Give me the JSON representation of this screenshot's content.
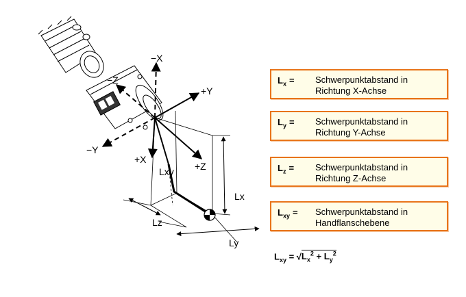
{
  "diagram": {
    "labels": {
      "minus_x": "−X",
      "minus_z": "−Z",
      "plus_y": "+Y",
      "minus_y": "−Y",
      "plus_x": "+X",
      "plus_z": "+Z",
      "lxy": "Lxy",
      "lx": "Lx",
      "lz": "Lz",
      "ly": "Ly"
    }
  },
  "definitions": [
    {
      "symbol": "L",
      "subscript": "x",
      "equals": "=",
      "line1": "Schwerpunktabstand in",
      "line2": "Richtung X-Achse"
    },
    {
      "symbol": "L",
      "subscript": "y",
      "equals": "=",
      "line1": "Schwerpunktabstand in",
      "line2": "Richtung Y-Achse"
    },
    {
      "symbol": "L",
      "subscript": "z",
      "equals": "=",
      "line1": "Schwerpunktabstand in",
      "line2": "Richtung Z-Achse"
    },
    {
      "symbol": "L",
      "subscript": "xy",
      "equals": "=",
      "line1": "Schwerpunktabstand in",
      "line2": "Handflanschebene"
    }
  ],
  "formula": {
    "lhs": "L",
    "lhs_sub": "xy",
    "equals": " = √",
    "term1": "L",
    "term1_sub": "x",
    "term1_sup": "2",
    "plus": " + ",
    "term2": "L",
    "term2_sub": "y",
    "term2_sup": "2"
  },
  "colors": {
    "box_border": "#e8741a",
    "box_fill": "#fffde8"
  },
  "icons": {
    "robot_wrist": "robot-wrist-flange-drawing",
    "center_of_gravity": "center-of-gravity-symbol"
  }
}
